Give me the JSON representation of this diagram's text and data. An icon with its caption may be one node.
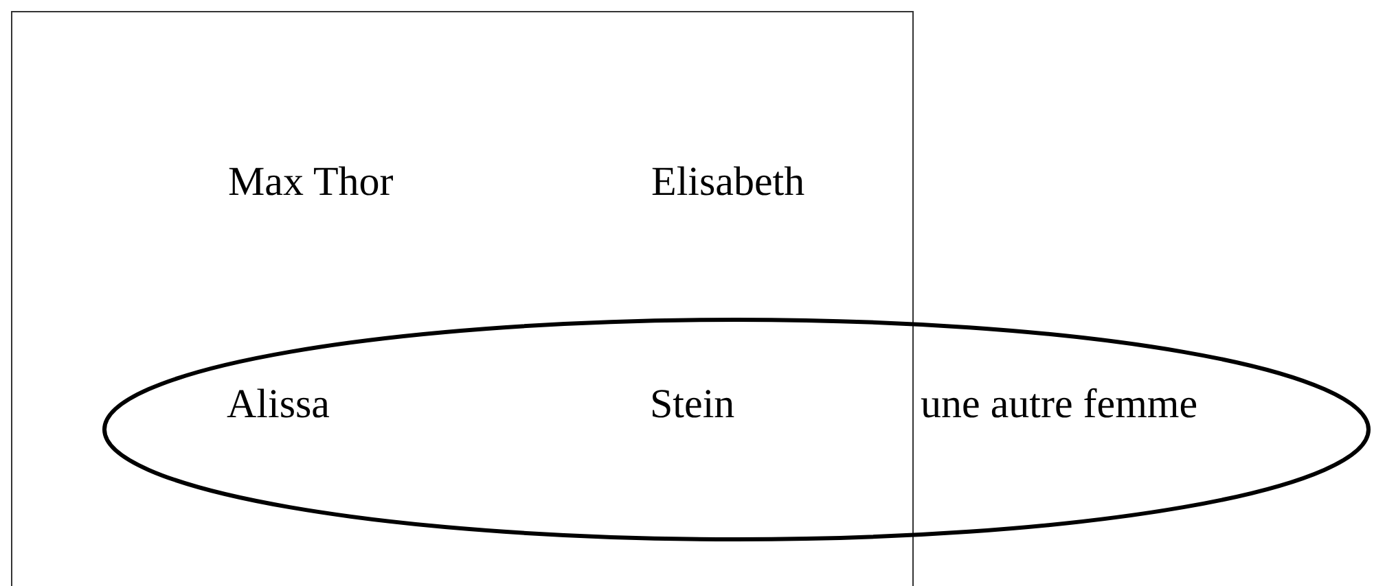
{
  "diagram": {
    "nodes": [
      {
        "text": [
          "Max Thor",
          "Elisabeth"
        ]
      },
      {
        "text": [
          "Alissa",
          "Stein",
          "une autre femme"
        ]
      }
    ]
  }
}
